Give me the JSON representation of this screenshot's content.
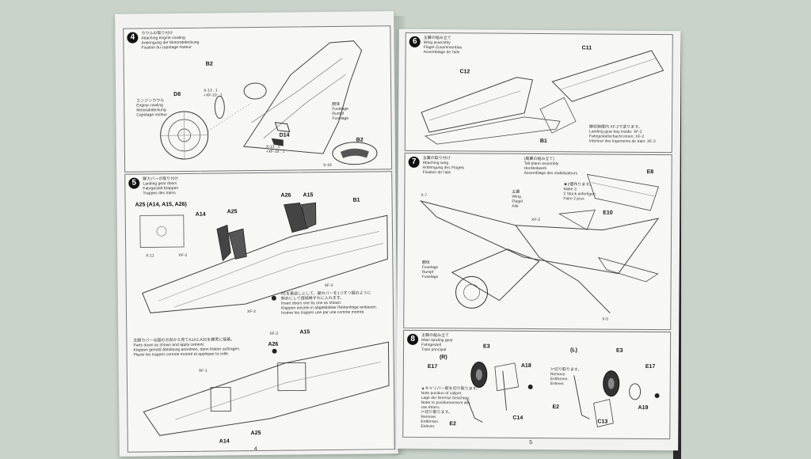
{
  "left_page": {
    "page_number": "4",
    "step4": {
      "number": "4",
      "text": "カウルの取り付け\nAttaching engine cowling\nAnbringung der Motorabdeckung\nFixation du capotage moteur",
      "parts": {
        "b2": "B2",
        "d8": "D8",
        "d14": "D14",
        "b2_detail": "B2"
      },
      "notes": {
        "cowling": "エンジンカウル\nEngine cowling\nMotorabdeckung\nCapotage moteur",
        "fuselage": "胴体\nFuselage\nRumpf\nFuselage",
        "x19_top": "X-13 : 1\n+XF-10 : 1",
        "x19_bot": "X-13 : 1\n+XF-10 : 1",
        "x19": "X-19"
      }
    },
    "step5": {
      "number": "5",
      "text": "脚カバーの取り付け\nLanding gear doors\nFahrgestell-Klappen\nTrappes des trains",
      "parts": {
        "a25_group": "A25 (A14, A15, A26)",
        "a14": "A14",
        "a25": "A25",
        "a26": "A26",
        "a15": "A15",
        "b1": "B1",
        "xf2": "XF-2",
        "x11": "X-11",
        "xf2b": "XF-2",
        "xf2c": "XF-2",
        "a15b": "A15",
        "a26b": "A26",
        "xf2d": "XF-2",
        "xf1": "XF-1",
        "a14b": "A14",
        "a25b": "A25"
      },
      "note1": "H1を裏返しにして、脚カバーを1つずつ図のように\n斜めにして接続棒ずれに入れます。\nInsert doors one by one as shown.\nKlappen einzeln in abgebildeter Reihenfolge einbauen.\nInsérer les trappes une par une comme montré.",
      "note2": "主脚カバーは図の方向から見てA14とA25を確実に接着。\nParts down as shown and apply cement.\nKlappen gemäß Abbildung anordnen, dann Kleber auftragen.\nPlacer les trappes comme montré et appliquer la colle."
    }
  },
  "right_page": {
    "page_number": "5",
    "step6": {
      "number": "6",
      "text": "主翼の組み立て\nWing assembly\nFlügel-Zusammenbau\nAssemblage de l'aile",
      "parts": {
        "c11": "C11",
        "c12": "C12",
        "b1": "B1"
      },
      "note": "脚収納庫内 XF-2で塗ります。\nLanding gear bay inside: XF-2\nFahrgestellschacht innen: XF-2\nIntérieur des logements de train: XF-2"
    },
    "step7": {
      "number": "7",
      "text": "主翼の取り付け\nAttaching wing\nAnbringung des Flügels\nFixation de l'aile",
      "tail_text": "(尾翼の組み立て)\nTail plane assembly\nHeckleitwerk\nAssemblage des stabilisateurs",
      "parts": {
        "e8": "E8",
        "e10": "E10",
        "x7": "X-7",
        "xf2": "XF-2",
        "x5": "X-5"
      },
      "notes": {
        "wing": "主翼\nWing\nFlügel\nAile",
        "fuselage": "胴体\nFuselage\nRumpf\nFuselage",
        "make2": "★2個作ります。\nMake 2.\n2 Stück anfertigen.\nFaire 2 jeux."
      }
    },
    "step8": {
      "number": "8",
      "text": "主脚の組み立て\nMain landing gear\nFahrgestell\nTrain principal",
      "parts": {
        "r": "(R)",
        "l": "(L)",
        "e3": "E3",
        "e3b": "E3",
        "e17": "E17",
        "e17b": "E17",
        "a18": "A18",
        "a19": "A19",
        "c14": "C14",
        "c13": "C13",
        "e2": "E2",
        "e2b": "E2"
      },
      "notes": {
        "hole": "▲キャリバー部を切り取ります。\nNote position of caliper.\nLage der Bremse beachten.\nNoter le positionnement des\ncas étriers.",
        "remove": "✂切り取ります。\nRemove.\nEntfernen.\nEnlever.",
        "remove2": "✂切り取ります。\nRemove.\nEntfernen.\nEnlever."
      }
    }
  }
}
